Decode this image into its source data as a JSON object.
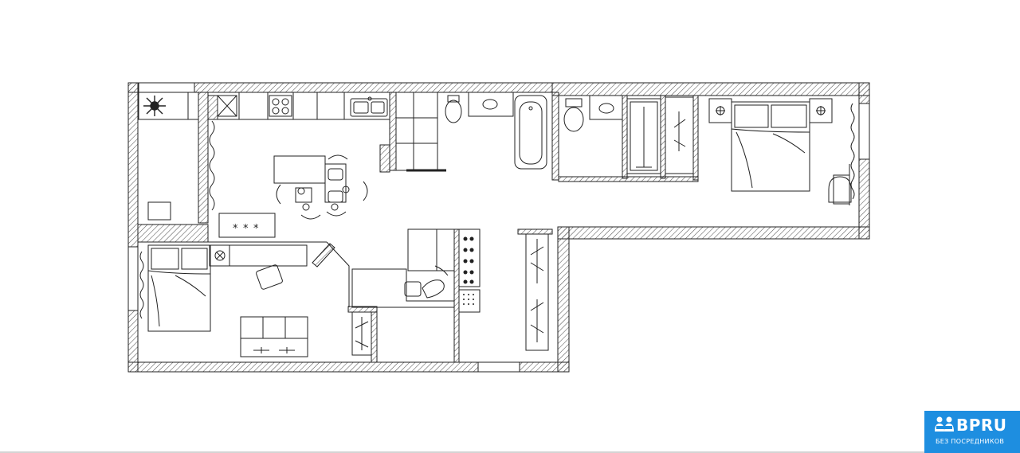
{
  "plan": {
    "rooms": [
      "kitchen-living-room",
      "bedroom-left",
      "bedroom-right",
      "bathroom",
      "toilet-shower",
      "hallway"
    ]
  },
  "brand": {
    "name": "BPRU",
    "tagline": "БЕЗ ПОСРЕДНИКОВ",
    "color": "#1e8ee0"
  },
  "colors": {
    "line": "#222222",
    "wall_hatch": "#555555",
    "background": "#ffffff"
  }
}
